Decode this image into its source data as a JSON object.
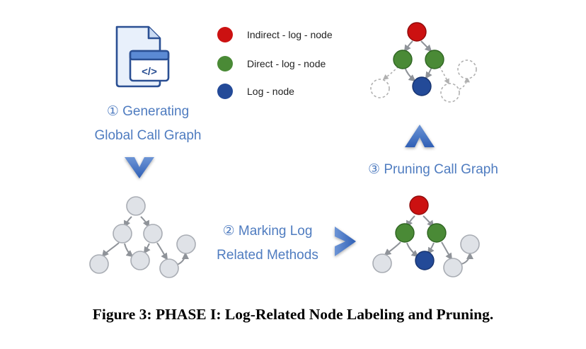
{
  "legend": {
    "items": [
      {
        "label": "Indirect - log - node",
        "color": "#cc1111"
      },
      {
        "label": "Direct - log - node",
        "color": "#4a8a36"
      },
      {
        "label": "Log - node",
        "color": "#234a98"
      }
    ]
  },
  "steps": {
    "generating": {
      "line1": "① Generating",
      "line2": "Global Call Graph"
    },
    "marking": {
      "line1": "② Marking Log",
      "line2": "Related Methods"
    },
    "pruning": {
      "line1": "③ Pruning Call Graph"
    }
  },
  "icons": {
    "source_file": "code-file-icon",
    "code_symbol": "</>"
  },
  "colors": {
    "accent": "#4f7cc0",
    "chevron": "#3f6fc2",
    "plain_node_fill": "#dfe2e7",
    "plain_node_stroke": "#a9adb4",
    "edge": "#8f9399",
    "pruned_node_stroke": "#b0b0b0"
  },
  "caption": "Figure 3: PHASE I: Log-Related Node Labeling and Pruning."
}
